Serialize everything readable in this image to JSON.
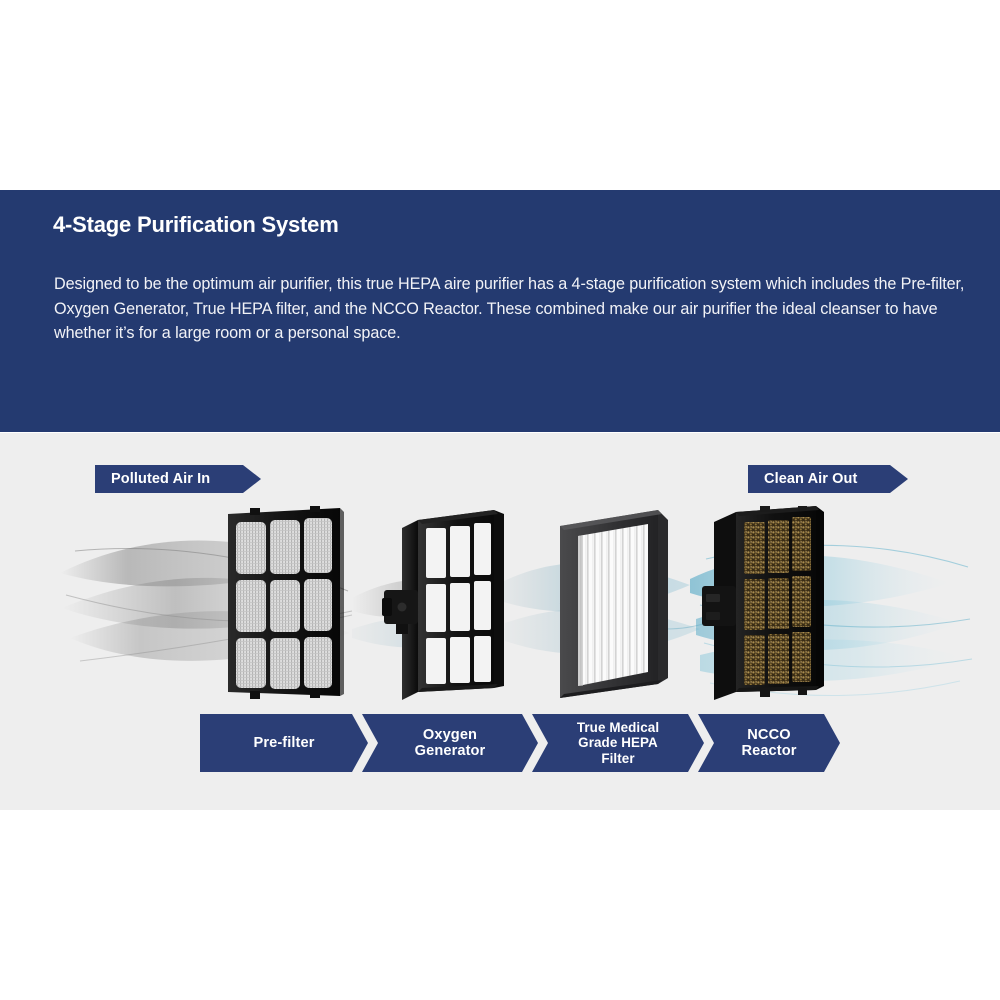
{
  "header": {
    "title": "4-Stage Purification System",
    "body": "Designed to be the optimum air purifier, this true HEPA aire purifier has a 4-stage purification system which includes the Pre-filter, Oxygen Generator, True HEPA filter, and the NCCO Reactor. These combined make our air purifier the ideal cleanser to have whether it’s for a large room or a personal space.",
    "background_color": "#243a70",
    "text_color": "#ffffff"
  },
  "diagram": {
    "background_color": "#eeeeee",
    "accent_color": "#2b3e76",
    "banners": {
      "inlet": "Polluted Air In",
      "outlet": "Clean Air Out"
    },
    "airflow": {
      "polluted_color": "#9a9a9a",
      "clean_color": "#6fb6cf"
    },
    "stages": [
      {
        "index": 1,
        "label": "Pre-filter",
        "label_lines": [
          "Pre-filter"
        ],
        "component": "pre-filter-mesh-panel",
        "frame_color": "#1b1b1b",
        "media_color": "#d8d8d8"
      },
      {
        "index": 2,
        "label": "Oxygen Generator",
        "label_lines": [
          "Oxygen",
          "Generator"
        ],
        "component": "oxygen-generator-frame",
        "frame_color": "#1a1a1a",
        "media_color": "#f2f2f2"
      },
      {
        "index": 3,
        "label": "True Medical Grade HEPA Filter",
        "label_lines": [
          "True Medical",
          "Grade HEPA",
          "Filter"
        ],
        "component": "hepa-pleated-filter",
        "frame_color": "#3a3a3c",
        "media_color": "#f6f6f6"
      },
      {
        "index": 4,
        "label": "NCCO Reactor",
        "label_lines": [
          "NCCO",
          "Reactor"
        ],
        "component": "ncco-reactor-catalyst",
        "frame_color": "#161616",
        "media_color": "#8a6f3c"
      }
    ]
  }
}
